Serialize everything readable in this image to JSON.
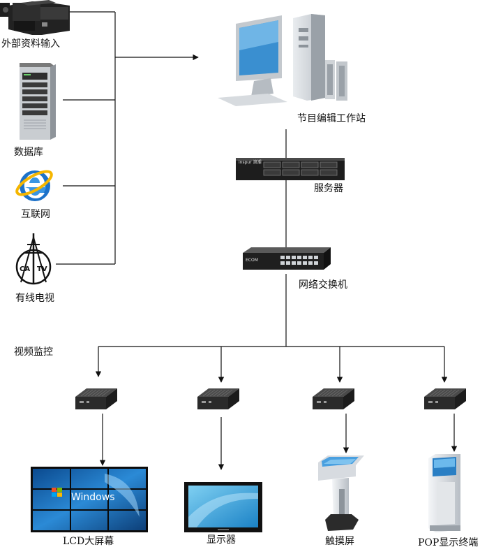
{
  "sources": [
    {
      "label": "外部资料输入",
      "icon": "camcorder-icon"
    },
    {
      "label": "数据库",
      "icon": "database-server-icon"
    },
    {
      "label": "互联网",
      "icon": "internet-explorer-icon"
    },
    {
      "label": "有线电视",
      "icon": "cable-tv-antenna-icon"
    }
  ],
  "workstation": {
    "label": "节目编辑工作站",
    "icon": "desktop-computer-icon"
  },
  "server": {
    "label": "服务器",
    "icon": "rack-server-icon",
    "brand": "inspur 浪潮"
  },
  "switch": {
    "label": "网络交换机",
    "icon": "network-switch-icon",
    "brand": "ECOM"
  },
  "monitoring_label": "视频监控",
  "outputs": [
    {
      "label": "LCD大屏幕",
      "screen_text": "Windows",
      "icon": "video-wall-icon"
    },
    {
      "label": "显示器",
      "icon": "monitor-icon"
    },
    {
      "label": "触摸屏",
      "icon": "touch-kiosk-icon"
    },
    {
      "label": "POP显示终端",
      "icon": "pop-display-terminal-icon"
    }
  ],
  "colors": {
    "line": "#111111",
    "device_dark": "#2b2b2b",
    "screen_blue": "#1f6fb8"
  }
}
